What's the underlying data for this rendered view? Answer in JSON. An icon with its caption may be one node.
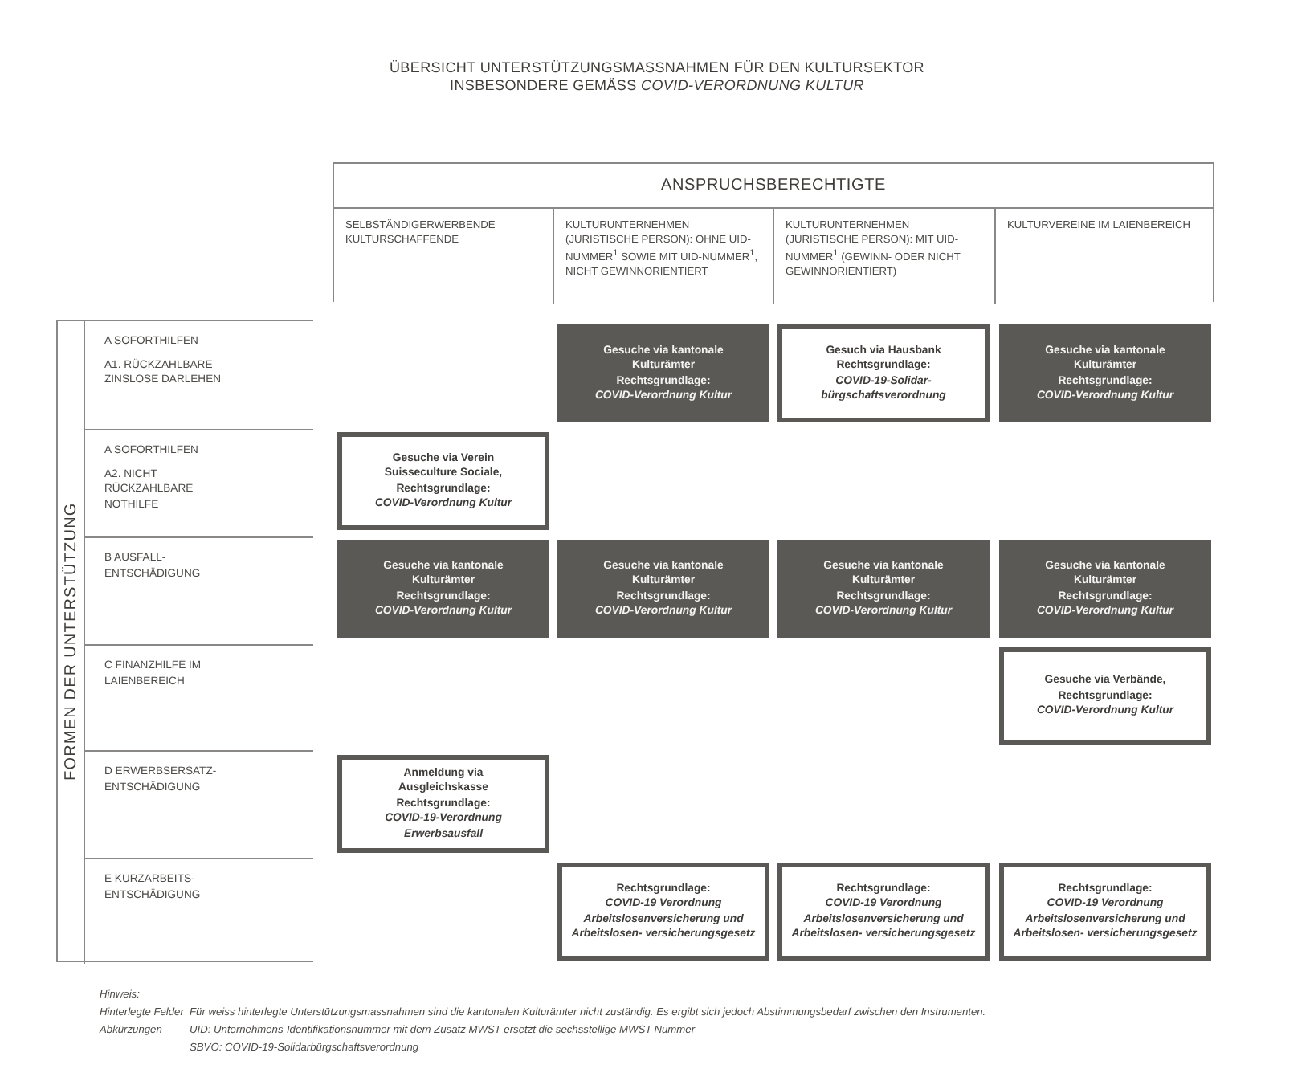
{
  "diagram": {
    "title": "ÜBERSICHT UNTERSTÜTZUNGSMASSNAHMEN FÜR DEN KULTURSEKTOR INSBESONDERE GEMÄSS *COVID-VERORDNUNG KULTUR*",
    "nodes": [
      {
        "text": [
          "ANSPRUCHSBERECHTIGTE"
        ]
      },
      {
        "text": [
          "SELBSTÄNDIGERWERBENDE KULTURSCHAFFENDE"
        ],
        "in": 0
      },
      {
        "text": [
          "KULTURUNTERNEHMEN (JURISTISCHE PERSON): OHNE UID-NUMMER$^{1}$ SOWIE MIT UID-NUMMER$^{1}$, NICHT GEWINNORIENTIERT"
        ],
        "in": 0
      },
      {
        "text": [
          "KULTURUNTERNEHMEN (JURISTISCHE PERSON): MIT UID-NUMMER$^{1}$ (GEWINN- ODER NICHT GEWINNORIENTIERT)"
        ],
        "in": 0
      },
      {
        "text": [
          "KULTURVEREINE IM LAIENBEREICH"
        ],
        "in": 0
      },
      {
        "text": [
          "FORMEN DER UNTERSTÜTZUNG"
        ]
      },
      {
        "text": [
          "A SOFORTHILFEN",
          "A1. RÜCKZAHLBARE ZINSLOSE DARLEHEN"
        ],
        "in": 5
      },
      {
        "text": [
          "A SOFORTHILFEN",
          "A2. NICHT RÜCKZAHLBARE NOTHILFE"
        ],
        "in": 5
      },
      {
        "text": [
          "B AUSFALL- ENTSCHÄDIGUNG"
        ],
        "in": 5
      },
      {
        "text": [
          "C FINANZHILFE IM LAIENBEREICH"
        ],
        "in": 5
      },
      {
        "text": [
          "D ERWERBSERSATZ- ENTSCHÄDIGUNG"
        ],
        "in": 5
      },
      {
        "text": [
          "E KURZARBEITS- ENTSCHÄDIGUNG"
        ],
        "in": 5
      },
      {
        "text": [
          "Gesuche via kantonale Kulturämter Rechtsgrundlage:",
          "COVID-Verordnung Kultur"
        ]
      },
      {
        "text": [
          "Gesuch via Hausbank Rechtsgrundlage:",
          "COVID-19-Solidar- bürgschaftsverordnung"
        ]
      },
      {
        "text": [
          "Gesuche via kantonale Kulturämter Rechtsgrundlage:",
          "COVID-Verordnung Kultur"
        ]
      },
      {
        "text": [
          "Gesuche via Verein Suisseculture Sociale, Rechtsgrundlage:",
          "COVID-Verordnung Kultur"
        ]
      },
      {
        "text": [
          "Gesuche via kantonale Kulturämter Rechtsgrundlage:",
          "COVID-Verordnung Kultur"
        ]
      },
      {
        "text": [
          "Gesuche via kantonale Kulturämter Rechtsgrundlage:",
          "COVID-Verordnung Kultur"
        ]
      },
      {
        "text": [
          "Gesuche via kantonale Kulturämter Rechtsgrundlage:",
          "COVID-Verordnung Kultur"
        ]
      },
      {
        "text": [
          "Gesuche via kantonale Kulturämter Rechtsgrundlage:",
          "COVID-Verordnung Kultur"
        ]
      },
      {
        "text": [
          "Gesuche via Verbände, Rechtsgrundlage:",
          "COVID-Verordnung Kultur"
        ]
      },
      {
        "text": [
          "Anmeldung via Ausgleichskasse Rechtsgrundlage:",
          "COVID-19-Verordnung Erwerbsausfall"
        ]
      },
      {
        "text": [
          "Rechtsgrundlage:",
          "COVID-19 Verordnung Arbeitslosenversicherung und Arbeitslosen- versicherungsgesetz"
        ]
      },
      {
        "text": [
          "Rechtsgrundlage:",
          "COVID-19 Verordnung Arbeitslosenversicherung und Arbeitslosen- versicherungsgesetz"
        ]
      },
      {
        "text": [
          "Rechtsgrundlage:",
          "COVID-19 Verordnung Arbeitslosenversicherung und Arbeitslosen- versicherungsgesetz"
        ]
      }
    ],
    "labels": [
      "Hinweis:",
      "Hinterlegte Felder",
      "Für weiss hinterlegte Unterstützungsmassnahmen sind die kantonalen Kulturämter nicht zuständig. Es ergibt sich jedoch Abstimmungsbedarf zwischen den Instrumenten.",
      "Abkürzungen",
      "UID: Unternehmens-Identifikationsnummer mit dem Zusatz MWST ersetzt die sechsstellige MWST-Nummer",
      "SBVO: COVID-19-Solidarbürgschaftsverordnung"
    ]
  }
}
